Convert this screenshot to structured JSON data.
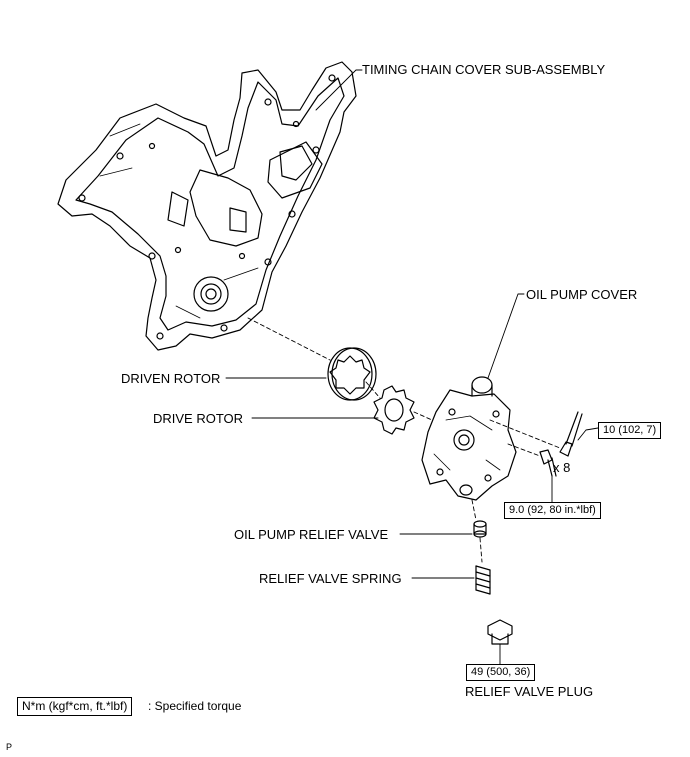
{
  "labels": {
    "timing_chain_cover": "TIMING CHAIN COVER SUB-ASSEMBLY",
    "oil_pump_cover": "OIL PUMP COVER",
    "driven_rotor": "DRIVEN ROTOR",
    "drive_rotor": "DRIVE ROTOR",
    "oil_pump_relief_valve": "OIL PUMP RELIEF VALVE",
    "relief_valve_spring": "RELIEF VALVE SPRING",
    "relief_valve_plug": "RELIEF VALVE PLUG",
    "bolt_count": "x 8"
  },
  "torques": {
    "cover_bolt": "10 (102, 7)",
    "pump_bolt": "9.0 (92, 80 in.*lbf)",
    "plug": "49 (500, 36)"
  },
  "legend": {
    "unit_box": "N*m (kgf*cm, ft.*lbf)",
    "description": ": Specified torque"
  },
  "corner_mark": "P"
}
